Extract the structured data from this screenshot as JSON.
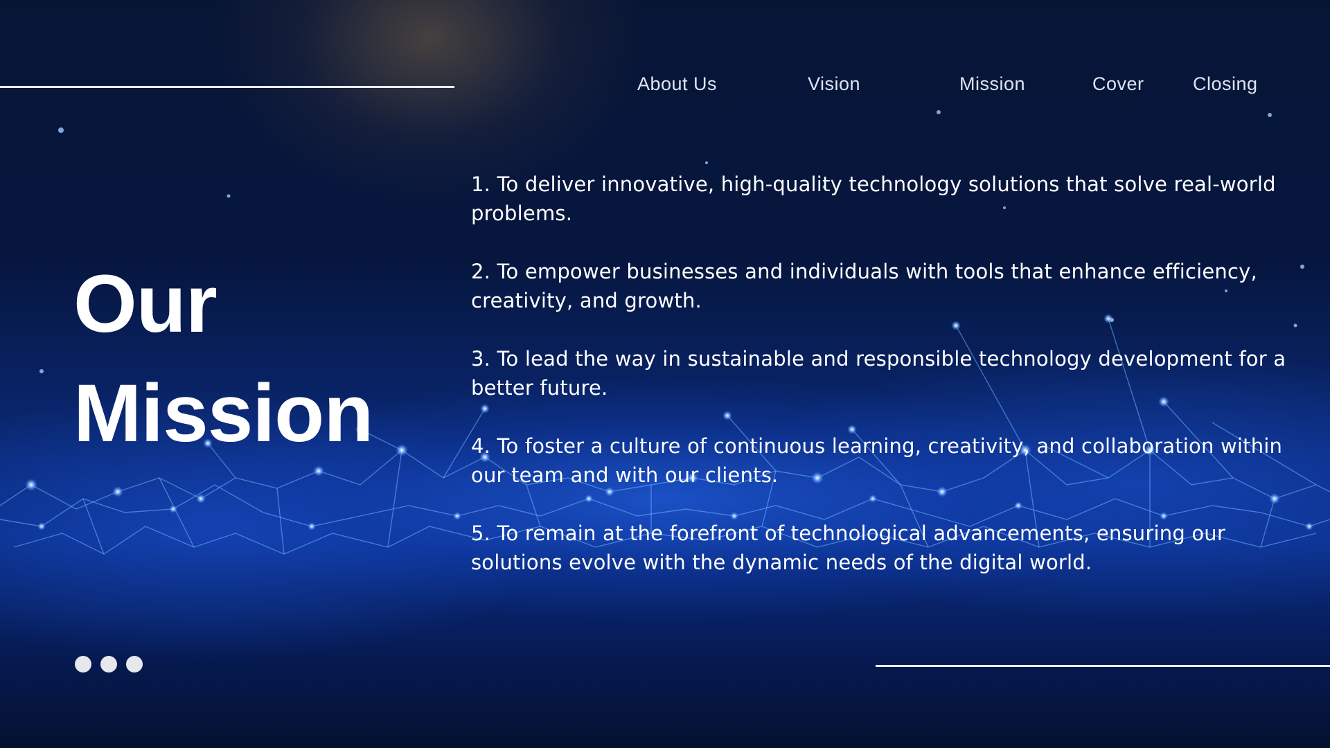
{
  "nav": {
    "items": [
      {
        "label": "About Us"
      },
      {
        "label": "Vision"
      },
      {
        "label": "Mission"
      },
      {
        "label": "Cover"
      },
      {
        "label": "Closing"
      }
    ]
  },
  "title": {
    "line1": "Our",
    "line2": "Mission"
  },
  "mission_points": [
    "1. To deliver innovative, high-quality technology solutions that solve real-world problems.",
    "2. To empower businesses and individuals with tools that enhance efficiency, creativity, and growth.",
    "3. To lead the way in sustainable and responsible technology development for a better future.",
    "4. To foster a culture of continuous learning, creativity, and collaboration within our team and with our clients.",
    "5. To remain at the forefront of technological advancements, ensuring our solutions evolve with the dynamic needs of the digital world."
  ],
  "colors": {
    "background": "#06163f",
    "accent_glow": "#3b7dff",
    "text": "#ffffff",
    "rule": "#e9ecf4"
  },
  "icons": {
    "pagination": "three-dots-icon"
  }
}
